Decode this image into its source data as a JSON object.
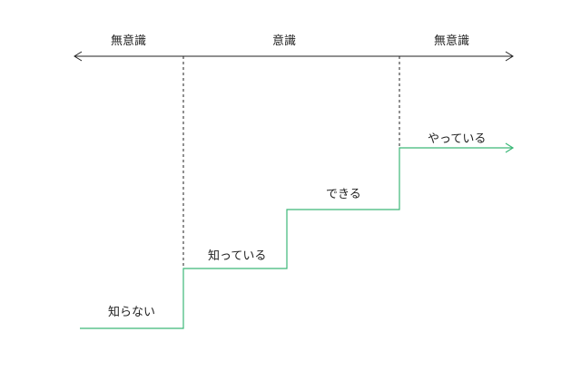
{
  "axis": {
    "zones": [
      {
        "label": "無意識"
      },
      {
        "label": "意識"
      },
      {
        "label": "無意識"
      }
    ]
  },
  "steps": [
    {
      "label": "知らない"
    },
    {
      "label": "知っている"
    },
    {
      "label": "できる"
    },
    {
      "label": "やっている"
    }
  ],
  "colors": {
    "step_line": "#3cb878",
    "axis_line": "#222222",
    "text": "#222222"
  }
}
